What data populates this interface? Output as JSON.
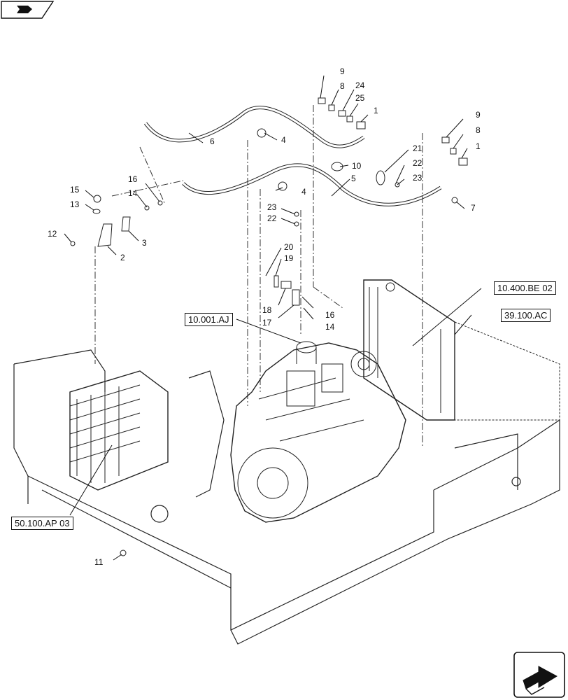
{
  "icons": {
    "top_left": "back-arrow-icon",
    "bottom_right": "next-page-icon"
  },
  "references": [
    {
      "id": "ref-10-001-aj",
      "text": "10.001.AJ"
    },
    {
      "id": "ref-10-400-be-02",
      "text": "10.400.BE 02"
    },
    {
      "id": "ref-39-100-ac",
      "text": "39.100.AC"
    },
    {
      "id": "ref-50-100-ap-03",
      "text": "50.100.AP 03"
    }
  ],
  "callouts": [
    "9",
    "8",
    "24",
    "25",
    "1",
    "9",
    "8",
    "1",
    "6",
    "4",
    "10",
    "21",
    "22",
    "23",
    "5",
    "7",
    "16",
    "14",
    "15",
    "13",
    "12",
    "3",
    "2",
    "4",
    "23",
    "22",
    "20",
    "19",
    "18",
    "17",
    "16",
    "14",
    "11"
  ]
}
